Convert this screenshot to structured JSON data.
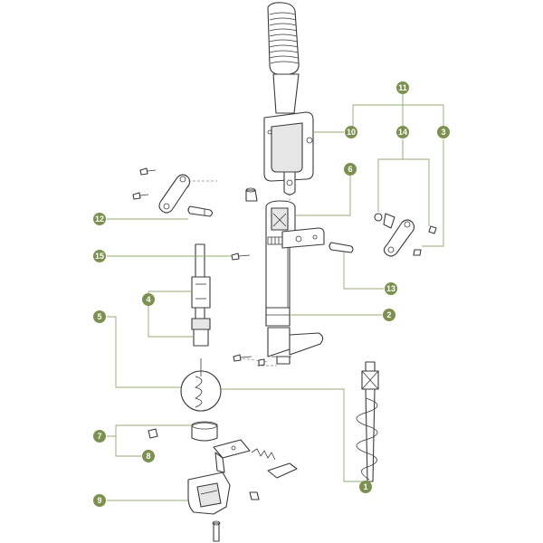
{
  "accent_color": "#7c9150",
  "leader_color": "#93a873",
  "callouts": [
    {
      "id": "c11",
      "label": "11"
    },
    {
      "id": "c10",
      "label": "10"
    },
    {
      "id": "c14",
      "label": "14"
    },
    {
      "id": "c3",
      "label": "3"
    },
    {
      "id": "c6",
      "label": "6"
    },
    {
      "id": "c12",
      "label": "12"
    },
    {
      "id": "c15",
      "label": "15"
    },
    {
      "id": "c13",
      "label": "13"
    },
    {
      "id": "c4",
      "label": "4"
    },
    {
      "id": "c5",
      "label": "5"
    },
    {
      "id": "c2",
      "label": "2"
    },
    {
      "id": "c7",
      "label": "7"
    },
    {
      "id": "c8",
      "label": "8"
    },
    {
      "id": "c9",
      "label": "9"
    },
    {
      "id": "c1",
      "label": "1"
    }
  ]
}
